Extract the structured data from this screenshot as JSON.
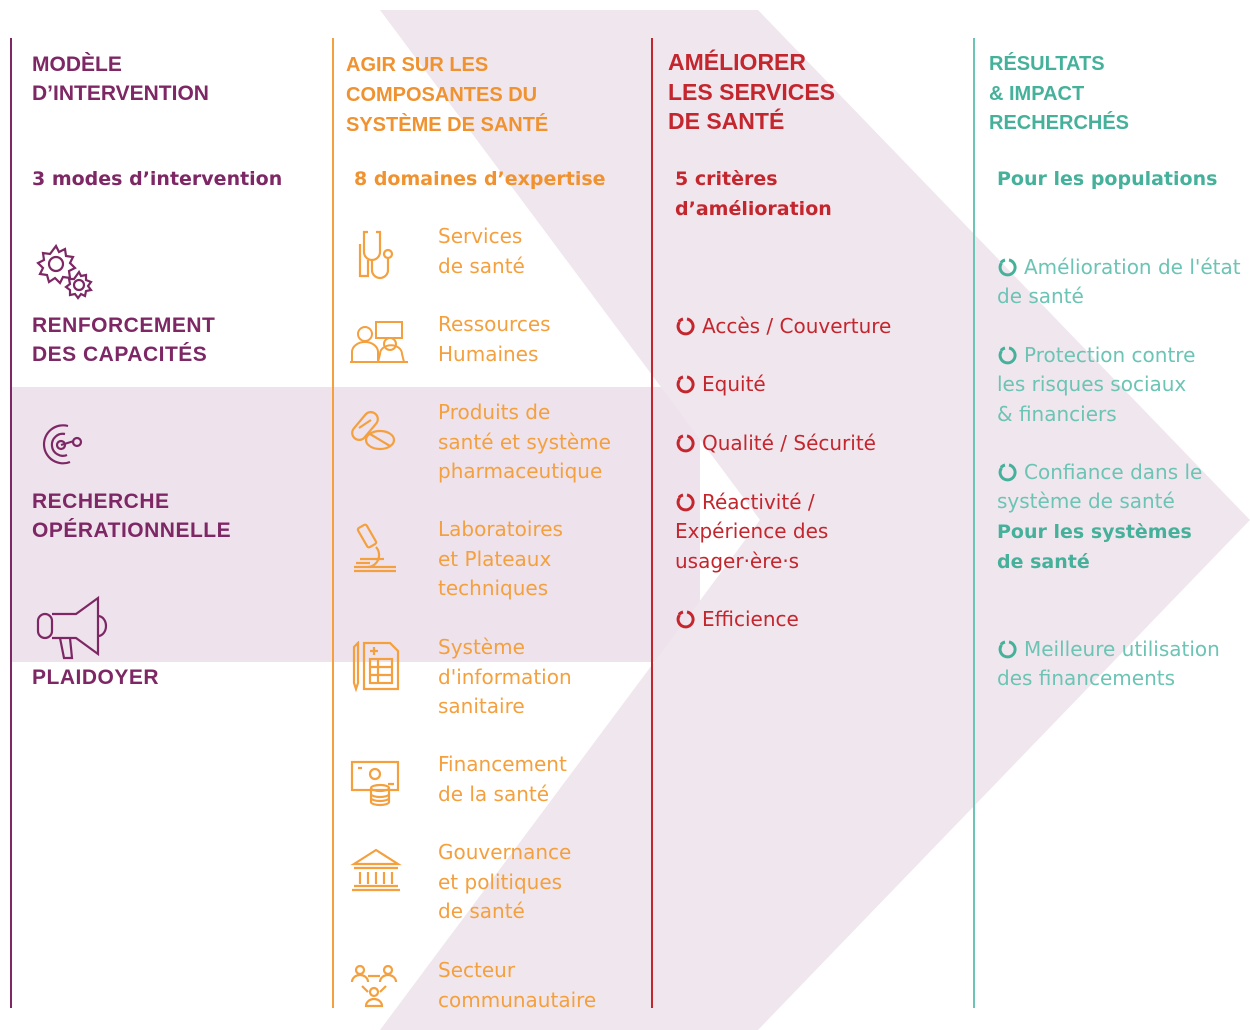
{
  "colors": {
    "purple": "#7d2865",
    "orange": "#f4a03e",
    "red": "#c4262e",
    "teal": "#46b19b",
    "arrow_fill": "#f0e6ee",
    "band_fill": "#eee2ec"
  },
  "columns": {
    "model": {
      "title": "MODÈLE\nD’INTERVENTION",
      "subtitle": "3 modes d’intervention",
      "modes": [
        {
          "icon": "gears-icon",
          "label": "RENFORCEMENT\nDES CAPACITÉS"
        },
        {
          "icon": "research-target-icon",
          "label": "RECHERCHE\nOPÉRATIONNELLE"
        },
        {
          "icon": "megaphone-icon",
          "label": "PLAIDOYER"
        }
      ]
    },
    "components": {
      "title": "AGIR SUR LES\nCOMPOSANTES DU\nSYSTÈME DE SANTÉ",
      "subtitle": "8 domaines d’expertise",
      "domains": [
        {
          "icon": "stethoscope-icon",
          "label": "Services\nde santé"
        },
        {
          "icon": "people-board-icon",
          "label": "Ressources\nHumaines"
        },
        {
          "icon": "pills-icon",
          "label": "Produits de\nsanté et système\npharmaceutique"
        },
        {
          "icon": "microscope-icon",
          "label": "Laboratoires\net Plateaux\ntechniques"
        },
        {
          "icon": "clipboard-chart-icon",
          "label": "Système\nd'information\nsanitaire"
        },
        {
          "icon": "money-coins-icon",
          "label": "Financement\nde la santé"
        },
        {
          "icon": "institution-icon",
          "label": "Gouvernance\net politiques\nde santé"
        },
        {
          "icon": "community-icon",
          "label": "Secteur\ncommunautaire"
        }
      ]
    },
    "improve": {
      "title": "AMÉLIORER\nLES SERVICES\nDE SANTÉ",
      "subtitle": "5 critères\nd’amélioration",
      "criteria": [
        "Accès / Couverture",
        "Equité",
        "Qualité / Sécurité",
        "Réactivité /\nExpérience des\nusager·ère·s",
        "Efficience"
      ]
    },
    "results": {
      "title": "RÉSULTATS\n& IMPACT\nRECHERCHÉS",
      "groups": [
        {
          "heading": "Pour les populations",
          "items": [
            "Amélioration de l'état\nde santé",
            "Protection contre\nles risques sociaux\n& financiers",
            "Confiance dans le\nsystème de santé"
          ]
        },
        {
          "heading": "Pour les systèmes\nde santé",
          "items": [
            "Meilleure utilisation\ndes financements"
          ]
        }
      ]
    }
  }
}
